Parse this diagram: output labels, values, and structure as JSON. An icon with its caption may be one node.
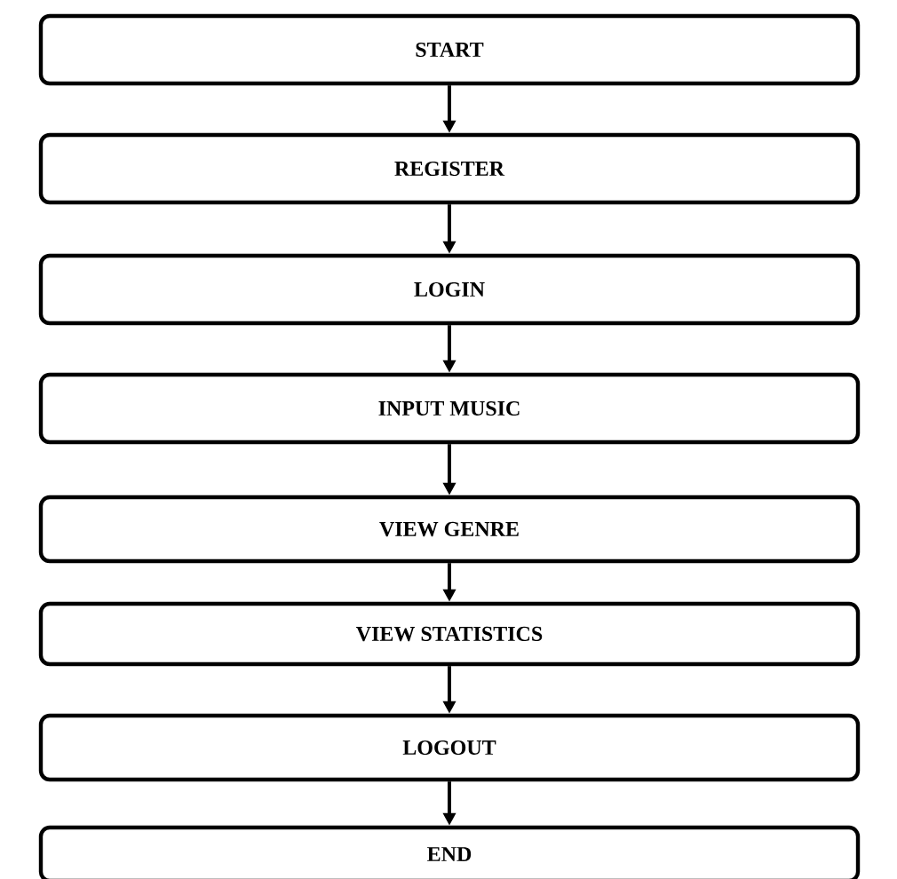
{
  "diagram": {
    "nodes": [
      {
        "text": [
          "START"
        ]
      },
      {
        "text": [
          "REGISTER"
        ]
      },
      {
        "text": [
          "LOGIN"
        ]
      },
      {
        "text": [
          "INPUT MUSIC"
        ]
      },
      {
        "text": [
          "VIEW GENRE"
        ]
      },
      {
        "text": [
          "VIEW STATISTICS"
        ]
      },
      {
        "text": [
          "LOGOUT"
        ]
      },
      {
        "text": [
          "END"
        ]
      }
    ],
    "edges": [
      {
        "from": 0,
        "to": 1,
        "arrow": "to"
      },
      {
        "from": 1,
        "to": 2,
        "arrow": "to"
      },
      {
        "from": 2,
        "to": 3,
        "arrow": "to"
      },
      {
        "from": 3,
        "to": 4,
        "arrow": "to"
      },
      {
        "from": 4,
        "to": 5,
        "arrow": "to"
      },
      {
        "from": 5,
        "to": 6,
        "arrow": "to"
      },
      {
        "from": 6,
        "to": 7,
        "arrow": "to"
      }
    ]
  }
}
